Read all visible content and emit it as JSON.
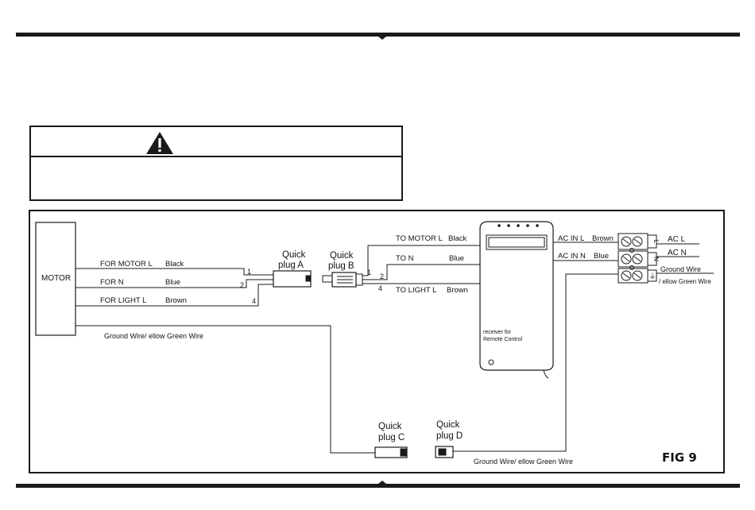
{
  "motor": {
    "label": "MOTOR"
  },
  "motor_wires": [
    {
      "function": "FOR MOTOR L",
      "color": "Black",
      "pin": "1"
    },
    {
      "function": "FOR  N",
      "color": "Blue",
      "pin": "2"
    },
    {
      "function": "FOR LIGHT L",
      "color": "Brown",
      "pin": "4"
    }
  ],
  "motor_ground": "Ground Wire/ ellow  Green Wire",
  "plugs": {
    "a": [
      "Quick",
      "plug A"
    ],
    "b": [
      "Quick",
      "plug B"
    ],
    "c": [
      "Quick",
      "plug C"
    ],
    "d": [
      "Quick",
      "plug D"
    ]
  },
  "receiver_side": {
    "pins": [
      "1",
      "2",
      "4"
    ],
    "wires": [
      {
        "label": "TO MOTOR L",
        "color": "Black"
      },
      {
        "label": "TO  N",
        "color": "Blue"
      },
      {
        "label": "TO LIGHT   L",
        "color": "Brown"
      }
    ]
  },
  "receiver": {
    "line1": "receiver for",
    "line2": "Remote Control"
  },
  "ac_inputs": [
    {
      "label": "AC IN L",
      "color": "Brown"
    },
    {
      "label": "AC IN N",
      "color": "Blue"
    }
  ],
  "terminal": {
    "l_mark": "L",
    "n_mark": "N",
    "ground_mark": "⏚"
  },
  "supply": {
    "ac_l": "AC  L",
    "ac_n": "AC  N",
    "ground_line1": "Ground Wire",
    "ground_line2": "/ ellow  Green Wire"
  },
  "bottom_ground": "Ground Wire/ ellow  Green Wire",
  "figure_label": "FIG 9",
  "colors": {
    "line": "#1a1a1a",
    "background": "#ffffff"
  }
}
